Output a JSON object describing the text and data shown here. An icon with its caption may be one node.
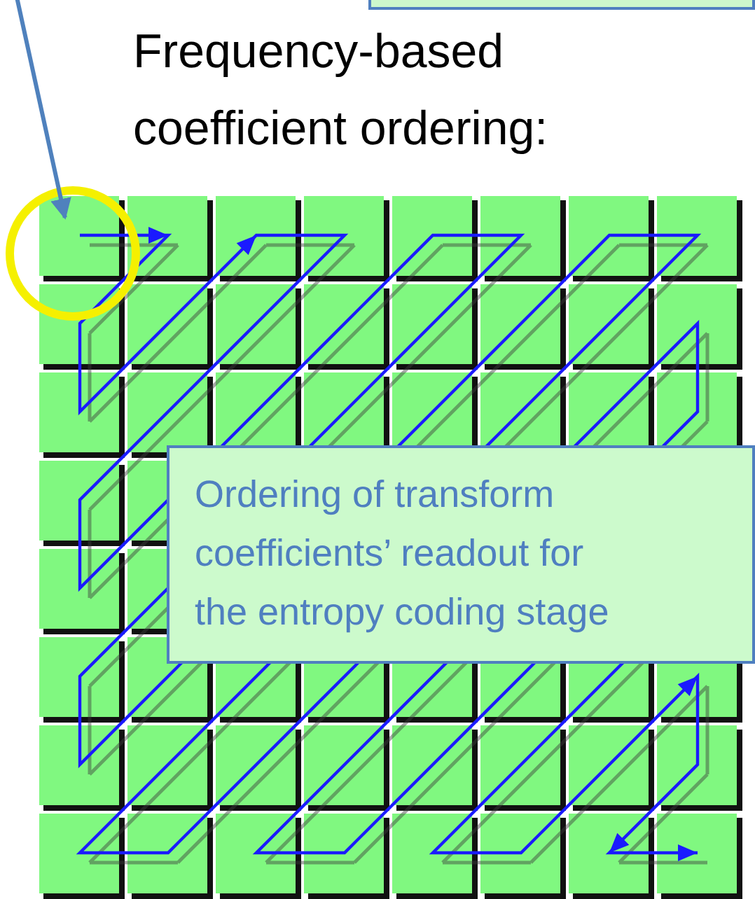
{
  "diagram": {
    "nodes": [
      {
        "text": [],
        "shape": "box"
      },
      {
        "text": [],
        "shape": "circle"
      },
      {
        "text": [
          "Ordering of transform coefficients’ readout for the entropy coding stage"
        ]
      }
    ],
    "edges": [
      {
        "from": null,
        "to": 1,
        "arrow": "to",
        "color": "#4f81bd"
      }
    ],
    "labels": [
      "Frequency-based coefficient ordering:"
    ]
  }
}
